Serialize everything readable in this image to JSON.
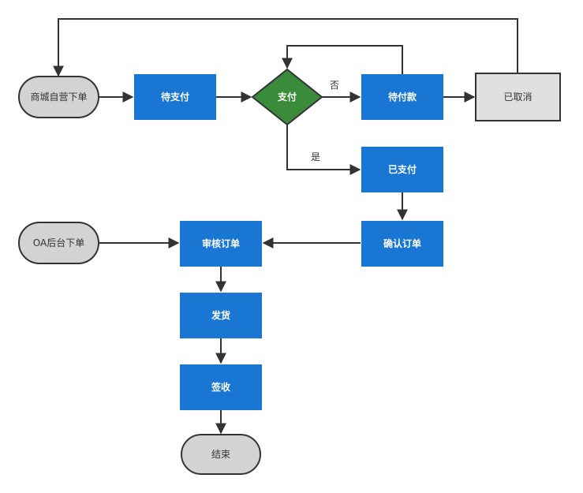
{
  "colors": {
    "process": "#1976d2",
    "decision": "#3a8b3a",
    "terminal": "#d3d3d3",
    "cancelled": "#e0e0e0",
    "line": "#333333"
  },
  "nodes": {
    "mall_order": "商城自营下单",
    "pending_pay": "待支付",
    "pay": "支付",
    "awaiting_payment": "待付款",
    "cancelled": "已取消",
    "paid": "已支付",
    "confirm_order": "确认订单",
    "oa_order": "OA后台下单",
    "review_order": "审核订单",
    "ship": "发货",
    "sign": "签收",
    "end": "结束"
  },
  "edges": {
    "no": "否",
    "yes": "是"
  }
}
